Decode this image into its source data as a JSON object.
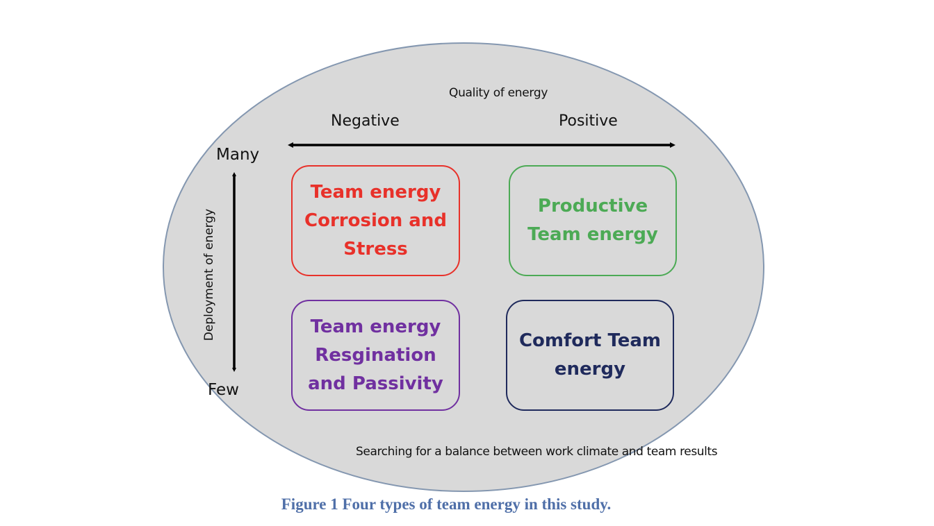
{
  "diagram": {
    "quality_label": "Quality of energy",
    "negative_label": "Negative",
    "positive_label": "Positive",
    "many_label": "Many",
    "few_label": "Few",
    "deployment_label": "Deployment of energy",
    "balance_label": "Searching for a balance between work climate and team results",
    "quadrants": [
      {
        "text": "Team energy\nCorrosion and\nStress",
        "color": "#e8312a"
      },
      {
        "text": "Productive\nTeam energy",
        "color": "#4caa55"
      },
      {
        "text": "Team energy\nResgination\nand Passivity",
        "color": "#7030a0"
      },
      {
        "text": "Comfort Team\nenergy",
        "color": "#1f2a5c"
      }
    ]
  },
  "caption": "Figure 1 Four types of team energy in this study.",
  "colors": {
    "ellipse_fill": "#d9d9d9",
    "ellipse_stroke": "#8497b0",
    "caption": "#4f6fa8",
    "axis": "#000000"
  }
}
